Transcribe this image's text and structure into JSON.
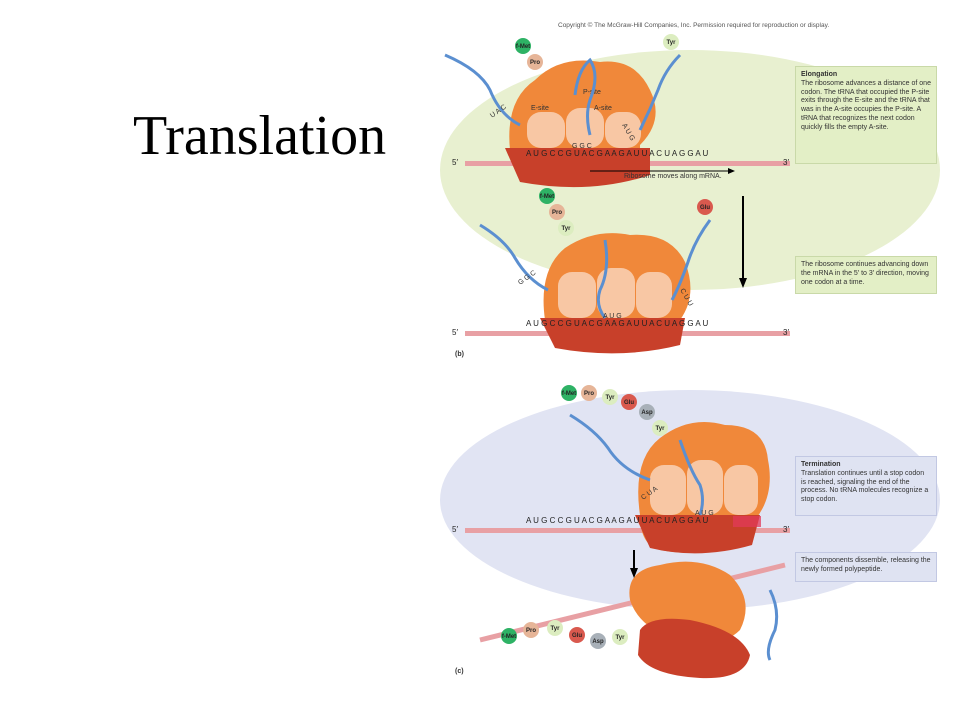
{
  "title": "Translation",
  "copyright": "Copyright © The McGraw-Hill Companies, Inc. Permission required for reproduction or display.",
  "panels": {
    "b": "(b)",
    "c": "(c)"
  },
  "boxes": {
    "elongation_head": "Elongation",
    "elongation_body": "The ribosome advances a distance of one codon. The tRNA that occupied the P-site exits through the E-site and the tRNA that was in the A-site occupies the P-site. A tRNA that recognizes the next codon quickly fills the empty A-site.",
    "advancing_body": "The ribosome continues advancing down the mRNA in the 5′ to 3′ direction, moving one codon at a time.",
    "termination_head": "Termination",
    "termination_body": "Translation continues until a stop codon is reached, signaling the end of the process. No tRNA molecules recognize a stop codon.",
    "dissemble_body": "The components dissemble, releasing the newly formed polypeptide."
  },
  "sites": {
    "e": "E-site",
    "p": "P-site",
    "a": "A-site"
  },
  "mrna": {
    "five": "5′",
    "three": "3′",
    "seq1": "A U G C C G U A C G A A G A U U A C U A G G A U",
    "seq2": "A U G C C G U A C G A A G A U U A C U A G G A U",
    "seq3": "A U G C C G U A C G A A G A U U A C U A G G A U",
    "note": "Ribosome moves along mRNA."
  },
  "anticodons": {
    "uac": "U A C",
    "ggc": "G G C",
    "aug": "A U G",
    "cuu": "C U U",
    "cua": "C U A"
  },
  "amino_acids": {
    "fmet": "f-Met",
    "pro": "Pro",
    "tyr": "Tyr",
    "glu": "Glu",
    "asp": "Asp"
  },
  "colors": {
    "ribosome_large": "#f0883a",
    "ribosome_small": "#c8402a",
    "mrna": "#e8a0a4",
    "trna": "#5b8fd0",
    "green_bg": "#e8f0d0",
    "blue_bg": "#e1e4f3",
    "stop": "#e23a5a"
  }
}
